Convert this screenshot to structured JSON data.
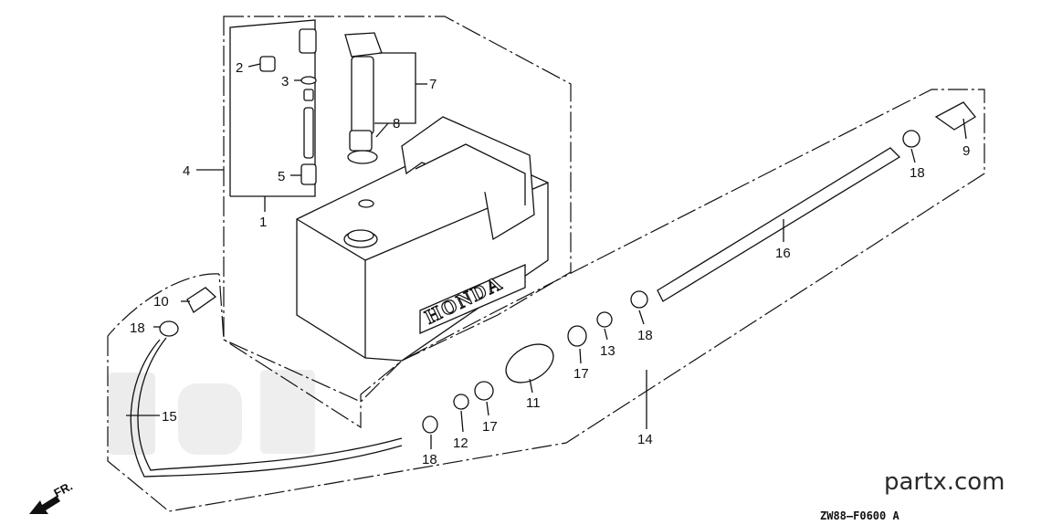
{
  "diagram": {
    "callouts": [
      "1",
      "2",
      "3",
      "4",
      "5",
      "7",
      "8",
      "9",
      "10",
      "11",
      "12",
      "13",
      "14",
      "15",
      "16",
      "17",
      "18"
    ],
    "labels": {
      "c1": "1",
      "c2": "2",
      "c3": "3",
      "c4": "4",
      "c5": "5",
      "c7": "7",
      "c8": "8",
      "c9": "9",
      "c10": "10",
      "c11": "11",
      "c12": "12",
      "c13": "13",
      "c14": "14",
      "c15": "15",
      "c16": "16",
      "c17a": "17",
      "c17b": "17",
      "c18a": "18",
      "c18b": "18",
      "c18c": "18",
      "c18d": "18"
    },
    "tank_brand": "HONDA",
    "direction_marker": "FR.",
    "watermark": "partx.com",
    "drawing_code": "ZW88—F0600 A"
  }
}
